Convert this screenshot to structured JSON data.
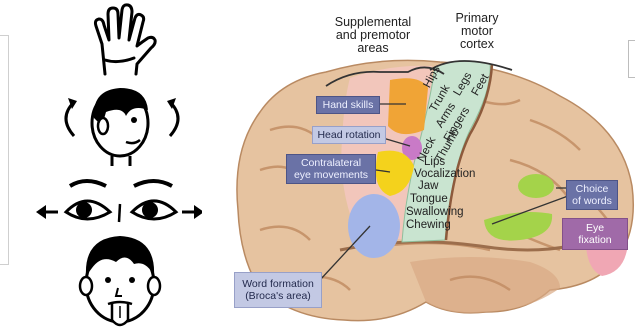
{
  "brain": {
    "headers": {
      "supplemental": "Supplemental\nand premotor\nareas",
      "primary": "Primary\nmotor\ncortex"
    },
    "labels": {
      "hand_skills": "Hand skills",
      "head_rotation": "Head rotation",
      "contralateral": "Contralateral\neye movements",
      "choice_of_words": "Choice\nof words",
      "eye_fixation": "Eye\nfixation",
      "word_formation": "Word formation\n(Broca's area)"
    },
    "motor_strip": [
      "Hips",
      "Trunk",
      "Legs",
      "Feet",
      "Arms",
      "Fingers",
      "Thumb",
      "Neck"
    ],
    "speech_list": [
      "Lips",
      "Vocalization",
      "Jaw",
      "Tongue",
      "Swallowing",
      "Chewing"
    ]
  },
  "colors": {
    "brain_base": "#e6c3a0",
    "brain_shadow": "#cfa27a",
    "motor_strip": "#c9e4d0",
    "premotor_pink": "#f3c7c0",
    "hand_orange": "#f0a436",
    "head_magenta": "#c97ac7",
    "eye_yellow": "#f4d21c",
    "broca_blue": "#a3b5e8",
    "words_green": "#a4d34a",
    "fixation_pink": "#f0a7b4",
    "label_dark": "#6a72a6"
  }
}
